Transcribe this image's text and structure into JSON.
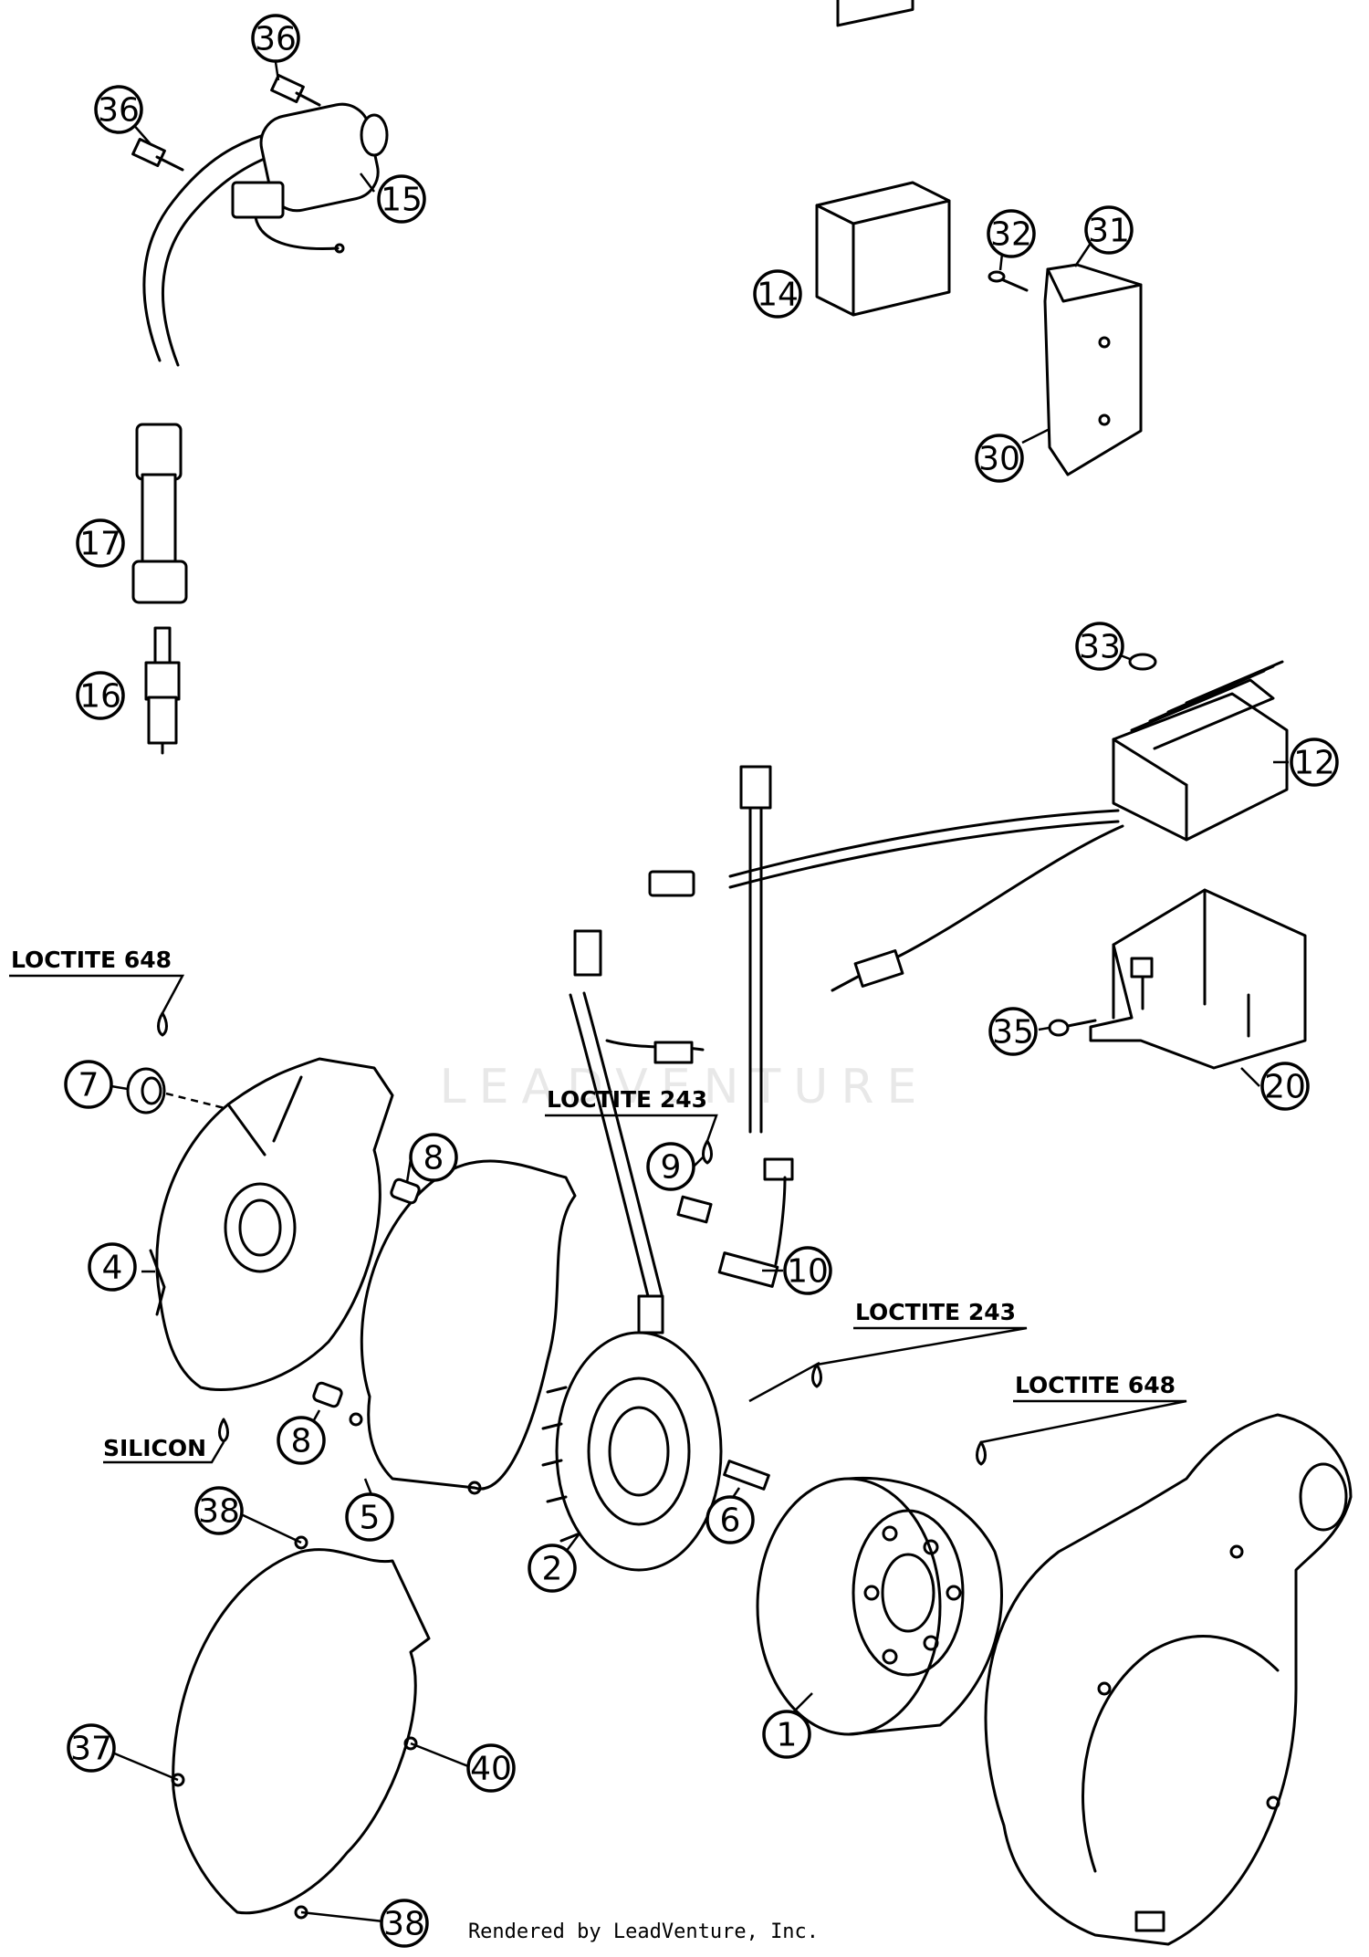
{
  "watermark": "LEADVENTURE",
  "footer": "Rendered by LeadVenture, Inc.",
  "notes": {
    "loctite_648_left": "LOCTITE 648",
    "loctite_243_mid": "LOCTITE 243",
    "loctite_243_right": "LOCTITE 243",
    "loctite_648_right": "LOCTITE 648",
    "silicon": "SILICON"
  },
  "callouts": {
    "c36a": "36",
    "c36b": "36",
    "c15": "15",
    "c14": "14",
    "c32": "32",
    "c31": "31",
    "c30": "30",
    "c17": "17",
    "c16": "16",
    "c33": "33",
    "c12": "12",
    "c35": "35",
    "c20": "20",
    "c7": "7",
    "c8a": "8",
    "c9": "9",
    "c10": "10",
    "c4": "4",
    "c8b": "8",
    "c5": "5",
    "c2": "2",
    "c6": "6",
    "c1": "1",
    "c38a": "38",
    "c37": "37",
    "c40": "40",
    "c38b": "38"
  }
}
